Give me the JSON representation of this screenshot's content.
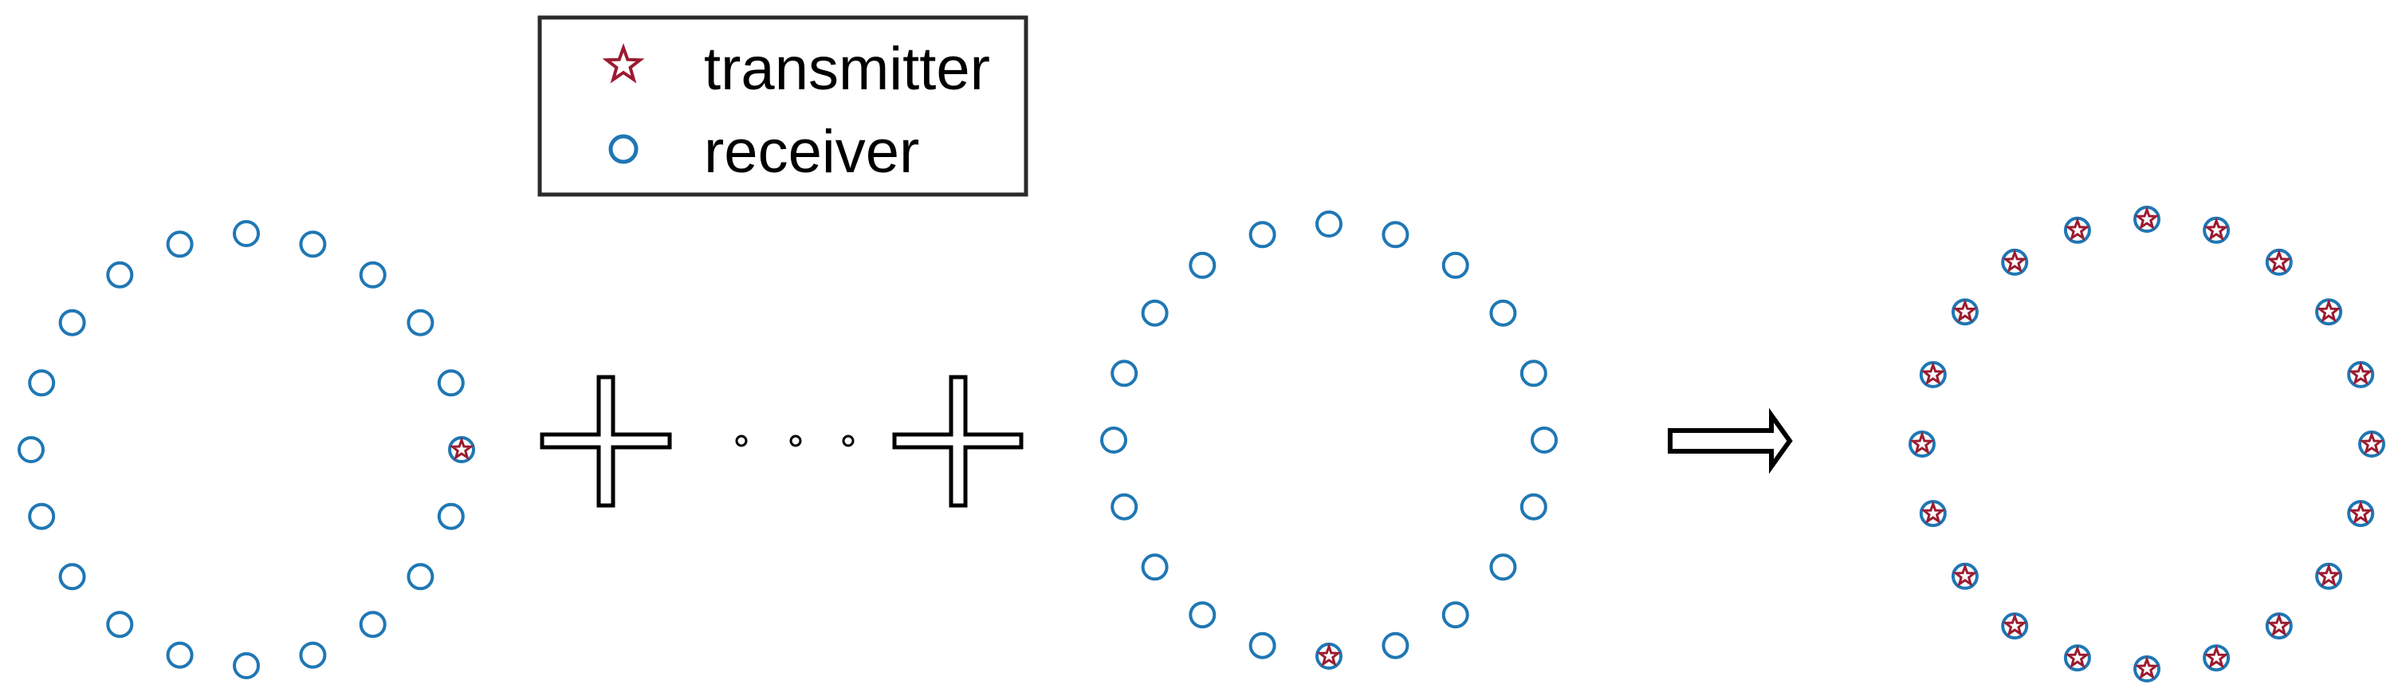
{
  "legend": {
    "transmitter_label": "transmitter",
    "receiver_label": "receiver"
  },
  "colors": {
    "transmitter": "#9B1B30",
    "receiver": "#1F77B4",
    "outline": "#000000",
    "background": "#FFFFFF"
  },
  "diagram": {
    "elements_per_array": 20,
    "panels": [
      {
        "name": "array-config-1",
        "transmitter_elements": [
          0
        ]
      },
      {
        "name": "array-config-n",
        "transmitter_elements": [
          5
        ]
      },
      {
        "name": "array-combined",
        "transmitter_elements": "all"
      }
    ],
    "operators": [
      "plus",
      "ellipsis",
      "plus",
      "implies-arrow"
    ]
  }
}
